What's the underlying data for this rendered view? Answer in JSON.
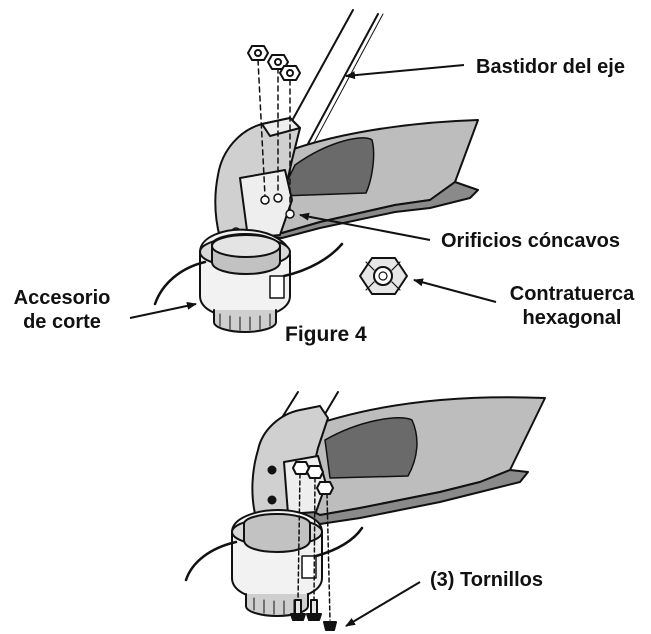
{
  "labels": {
    "shaft_housing": "Bastidor del eje",
    "concave_holes": "Orificios cóncavos",
    "cutting_attachment_line1": "Accesorio",
    "cutting_attachment_line2": "de corte",
    "hex_locknut_line1": "Contratuerca",
    "hex_locknut_line2": "hexagonal",
    "figure_caption": "Figure 4",
    "screws": "(3) Tornillos"
  },
  "colors": {
    "ink": "#111111",
    "guard_fill": "#bdbdbd",
    "guard_window": "#6a6a6a",
    "head_fill": "#d0d0d0",
    "light_fill": "#eeeeee"
  }
}
